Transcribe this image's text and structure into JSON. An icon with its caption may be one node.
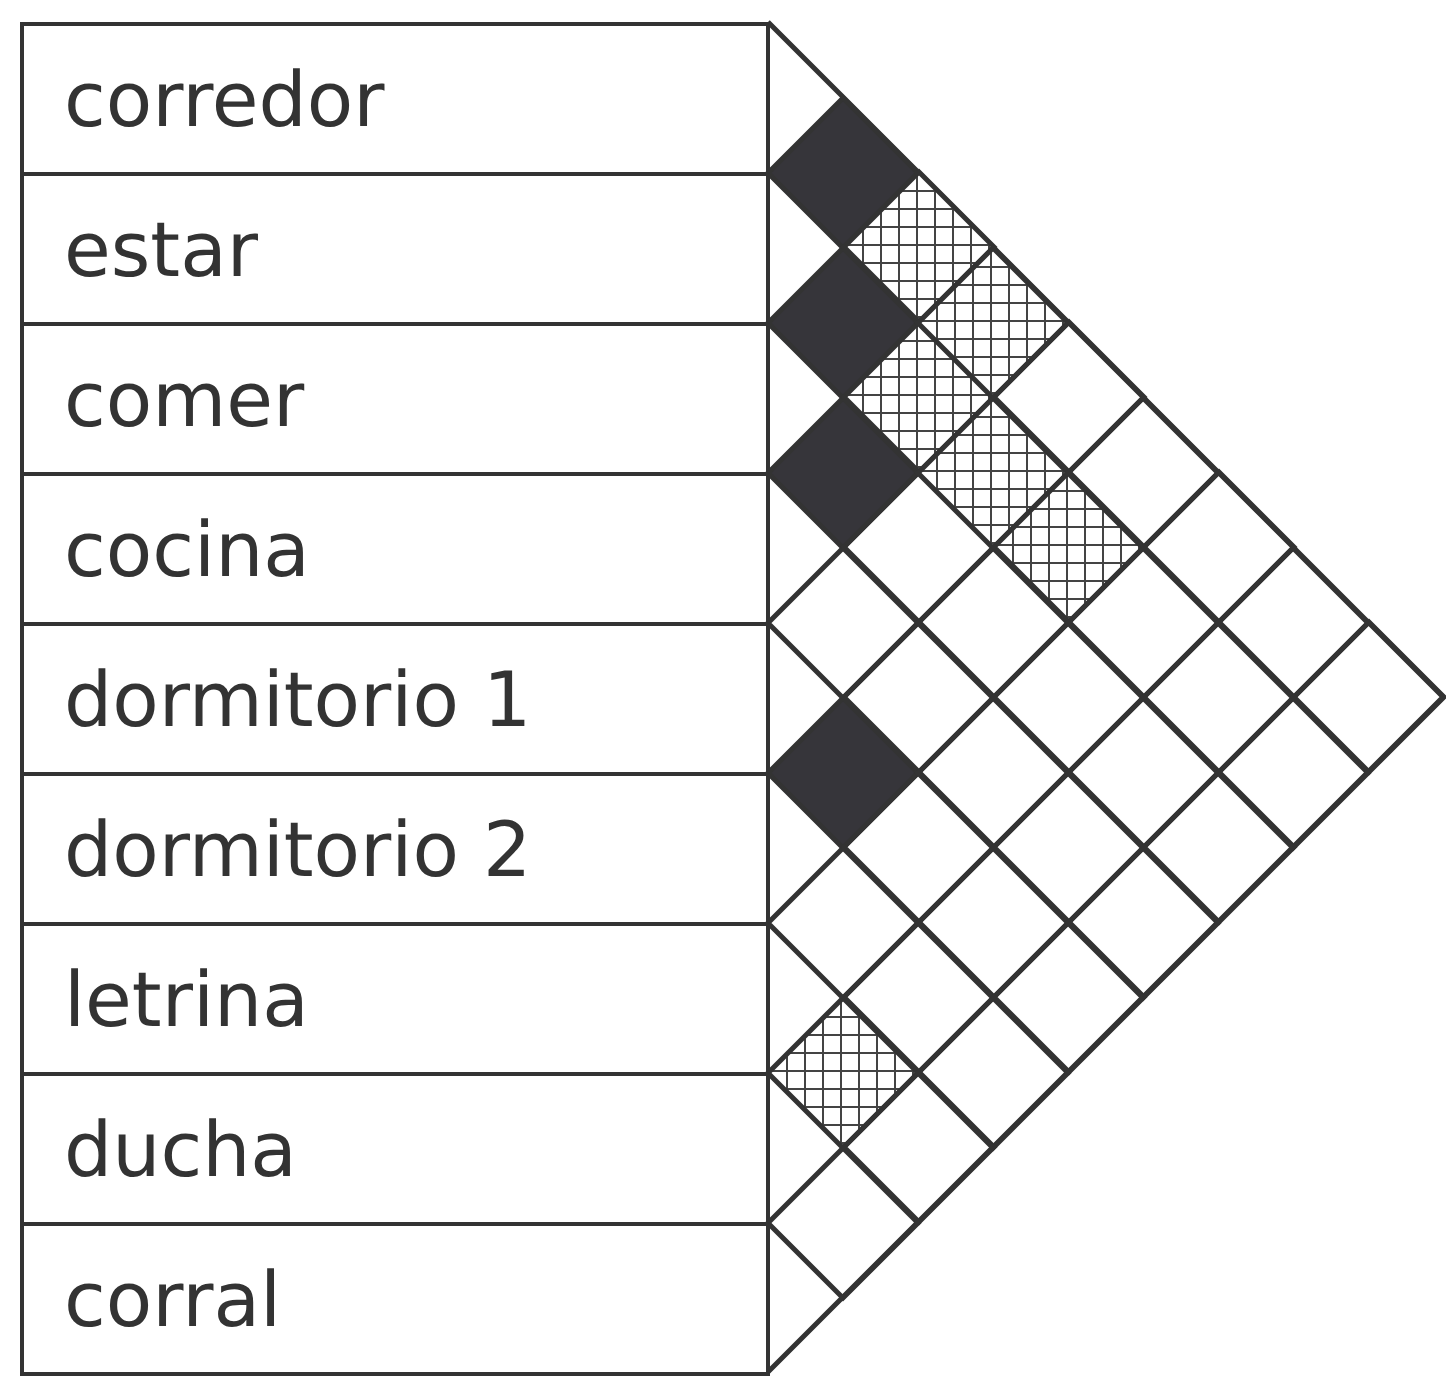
{
  "diagram": {
    "nodes": [
      {
        "text": [
          "corredor"
        ]
      },
      {
        "text": [
          "estar"
        ]
      },
      {
        "text": [
          "comer"
        ]
      },
      {
        "text": [
          "cocina"
        ]
      },
      {
        "text": [
          "dormitorio 1"
        ]
      },
      {
        "text": [
          "dormitorio 2"
        ]
      },
      {
        "text": [
          "letrina"
        ]
      },
      {
        "text": [
          "ducha"
        ]
      },
      {
        "text": [
          "corral"
        ]
      },
      {
        "text": [],
        "shape": "diamond"
      },
      {
        "text": [],
        "shape": "diamond"
      },
      {
        "text": [],
        "shape": "diamond"
      },
      {
        "text": [],
        "shape": "diamond"
      },
      {
        "text": [],
        "shape": "diamond"
      },
      {
        "text": [],
        "shape": "diamond"
      },
      {
        "text": [],
        "shape": "diamond"
      },
      {
        "text": [],
        "shape": "diamond"
      },
      {
        "text": [],
        "shape": "diamond"
      },
      {
        "text": [],
        "shape": "diamond"
      },
      {
        "text": [],
        "shape": "diamond"
      },
      {
        "text": [],
        "shape": "diamond"
      },
      {
        "text": [],
        "shape": "diamond"
      },
      {
        "text": [],
        "shape": "diamond"
      },
      {
        "text": [],
        "shape": "diamond"
      },
      {
        "text": [],
        "shape": "diamond"
      },
      {
        "text": [],
        "shape": "diamond"
      },
      {
        "text": [],
        "shape": "diamond"
      },
      {
        "text": [],
        "shape": "diamond"
      },
      {
        "text": [],
        "shape": "diamond"
      },
      {
        "text": [],
        "shape": "diamond"
      },
      {
        "text": [],
        "shape": "diamond"
      },
      {
        "text": [],
        "shape": "diamond"
      },
      {
        "text": [],
        "shape": "diamond"
      },
      {
        "text": [],
        "shape": "diamond"
      },
      {
        "text": [],
        "shape": "diamond"
      },
      {
        "text": [],
        "shape": "diamond"
      },
      {
        "text": [],
        "shape": "diamond"
      },
      {
        "text": [],
        "shape": "diamond"
      },
      {
        "text": [],
        "shape": "diamond"
      },
      {
        "text": [],
        "shape": "diamond"
      },
      {
        "text": [],
        "shape": "diamond"
      },
      {
        "text": [],
        "shape": "diamond"
      },
      {
        "text": [],
        "shape": "diamond"
      },
      {
        "text": [],
        "shape": "diamond"
      },
      {
        "text": [],
        "shape": "diamond"
      }
    ]
  }
}
